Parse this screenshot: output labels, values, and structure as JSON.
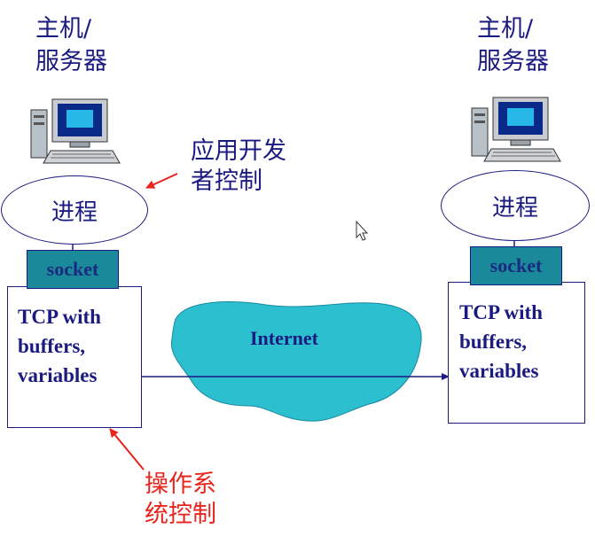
{
  "hosts": [
    {
      "title": "主机/\n服务器",
      "process_label": "进程",
      "socket_label": "socket",
      "tcp_text": "TCP with\nbuffers,\nvariables"
    },
    {
      "title": "主机/\n服务器",
      "process_label": "进程",
      "socket_label": "socket",
      "tcp_text": "TCP with\nbuffers,\nvariables"
    }
  ],
  "network": {
    "label": "Internet"
  },
  "annotations": {
    "app_control": "应用开发\n者控制",
    "os_control": "操作系\n统控制"
  },
  "colors": {
    "text": "#1a1a80",
    "socket": "#1a8a9a",
    "cloud": "#2bbfcf",
    "annotation_arrow": "#e8241c"
  },
  "icons": [
    "computer-icon",
    "mouse-cursor-icon"
  ]
}
